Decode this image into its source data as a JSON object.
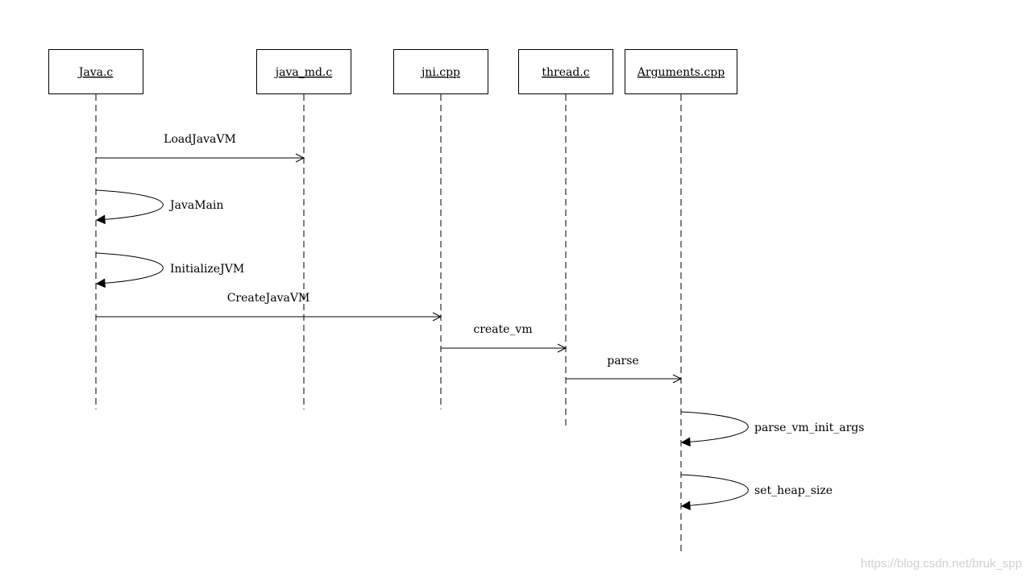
{
  "diagram": {
    "lifelines": [
      {
        "id": "java",
        "label": "Java.c"
      },
      {
        "id": "java_md",
        "label": "java_md.c"
      },
      {
        "id": "jni",
        "label": "jni.cpp"
      },
      {
        "id": "thread",
        "label": "thread.c"
      },
      {
        "id": "arguments",
        "label": "Arguments.cpp"
      }
    ],
    "messages": [
      {
        "from": "java",
        "to": "java_md",
        "label": "LoadJavaVM",
        "kind": "call"
      },
      {
        "from": "java",
        "to": "java",
        "label": "JavaMain",
        "kind": "self"
      },
      {
        "from": "java",
        "to": "java",
        "label": "InitializeJVM",
        "kind": "self"
      },
      {
        "from": "java",
        "to": "jni",
        "label": "CreateJavaVM",
        "kind": "call"
      },
      {
        "from": "jni",
        "to": "thread",
        "label": "create_vm",
        "kind": "call"
      },
      {
        "from": "thread",
        "to": "arguments",
        "label": "parse",
        "kind": "call"
      },
      {
        "from": "arguments",
        "to": "arguments",
        "label": "parse_vm_init_args",
        "kind": "self"
      },
      {
        "from": "arguments",
        "to": "arguments",
        "label": "set_heap_size",
        "kind": "self"
      }
    ]
  },
  "watermark": "https://blog.csdn.net/bruk_spp"
}
